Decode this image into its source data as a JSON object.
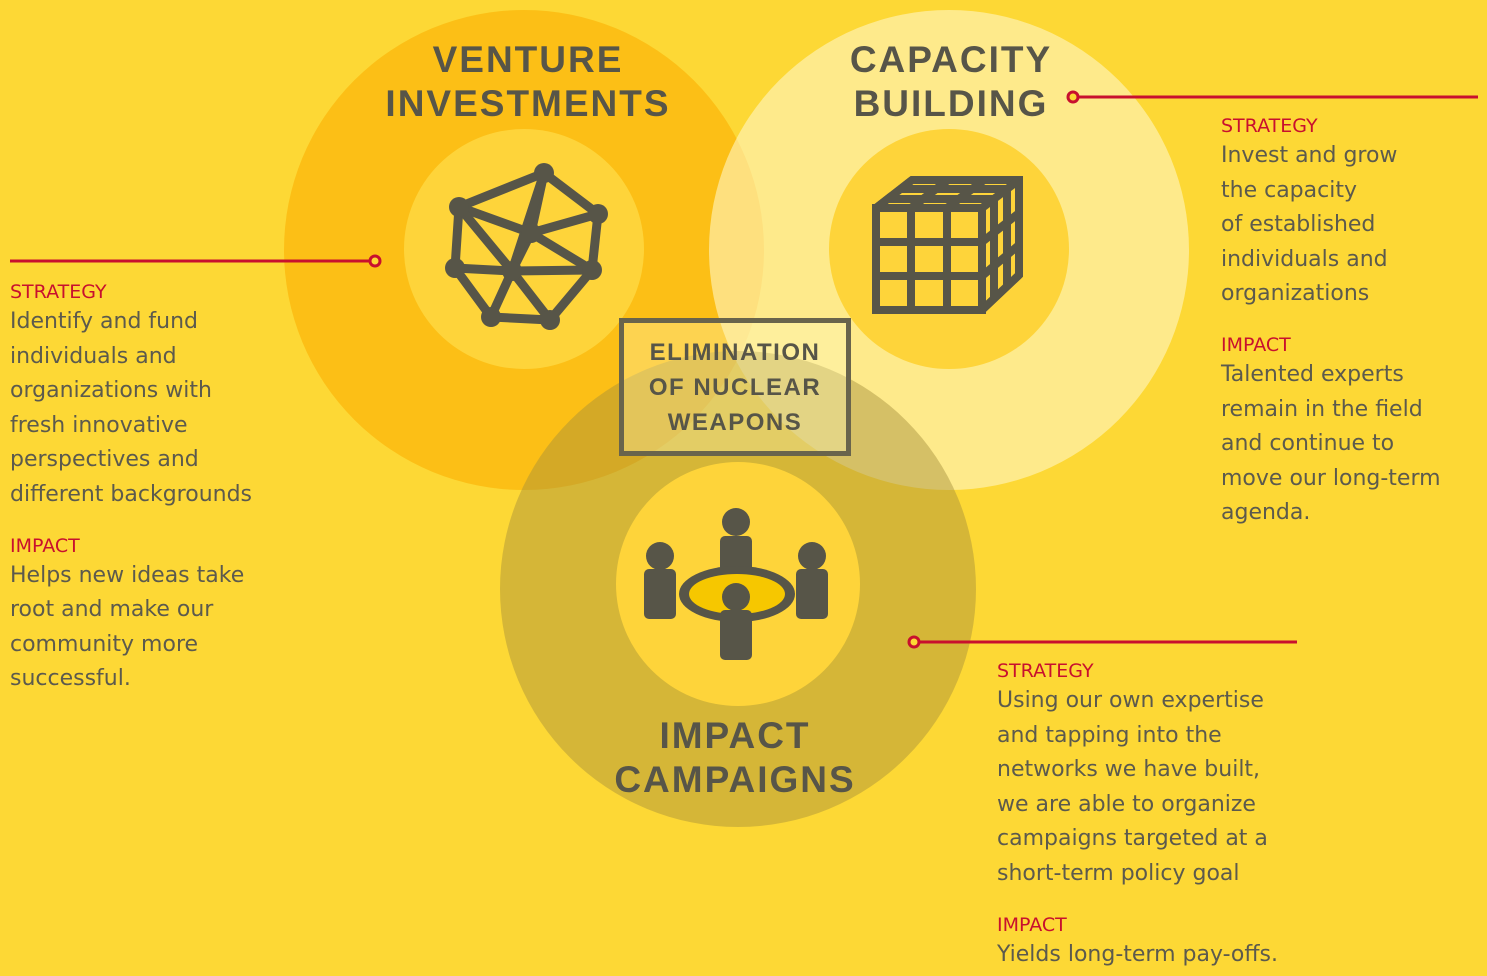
{
  "colors": {
    "background": "#FDD835",
    "venture_circle": "#FBBB10",
    "capacity_circle": "#FFF2A8",
    "impact_circle": "#B9A643",
    "accent_red": "#C8102E",
    "icon_dark": "#575548"
  },
  "circles": {
    "venture": {
      "title_line1": "VENTURE",
      "title_line2": "INVESTMENTS",
      "icon": "network-graph-icon"
    },
    "capacity": {
      "title_line1": "CAPACITY",
      "title_line2": "BUILDING",
      "icon": "cube-grid-icon"
    },
    "impact": {
      "title_line1": "IMPACT",
      "title_line2": "CAMPAIGNS",
      "icon": "people-around-table-icon"
    }
  },
  "center": {
    "line1": "ELIMINATION",
    "line2": "OF NUCLEAR",
    "line3": "WEAPONS"
  },
  "panels": {
    "venture": {
      "strategy_label": "STRATEGY",
      "strategy_text": "Identify and fund\nindividuals and\norganizations with\nfresh innovative\nperspectives and\ndifferent backgrounds",
      "impact_label": "IMPACT",
      "impact_text": "Helps new ideas take\nroot and make our\ncommunity more\nsuccessful."
    },
    "capacity": {
      "strategy_label": "STRATEGY",
      "strategy_text": "Invest and grow\nthe capacity\nof established\nindividuals and\norganizations",
      "impact_label": "IMPACT",
      "impact_text": "Talented experts\nremain in the field\nand continue to\nmove our long-term\nagenda."
    },
    "impact": {
      "strategy_label": "STRATEGY",
      "strategy_text": "Using our own expertise\nand tapping into the\nnetworks we have built,\nwe are able to organize\ncampaigns targeted at a\nshort-term policy goal",
      "impact_label": "IMPACT",
      "impact_text": "Yields long-term pay-offs."
    }
  }
}
